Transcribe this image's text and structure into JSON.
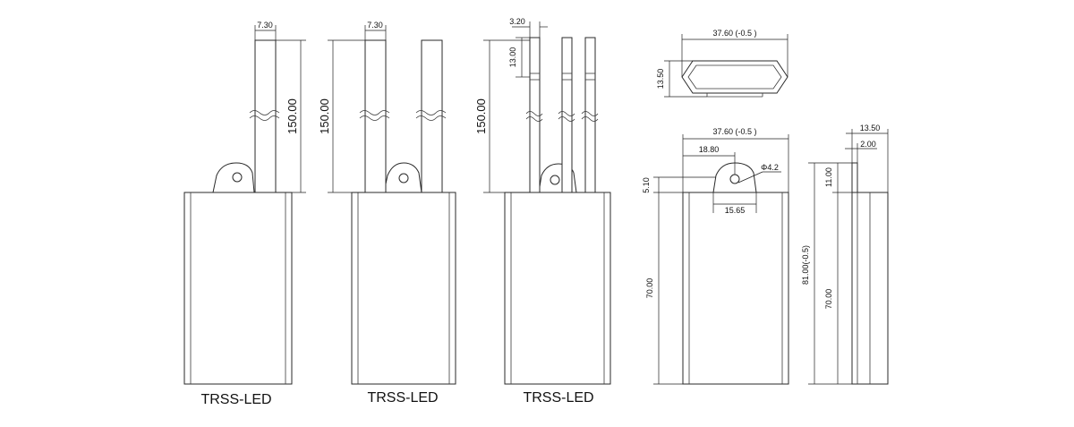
{
  "views": {
    "view1": {
      "caption": "TRSS-LED",
      "lead_width": "7.30",
      "lead_length": "150.00"
    },
    "view2": {
      "caption": "TRSS-LED",
      "lead_width": "7.30",
      "lead_length": "150.00"
    },
    "view3": {
      "caption": "TRSS-LED",
      "lead_width": "3.20",
      "strip_length": "13.00",
      "lead_length": "150.00"
    },
    "top_view": {
      "width": "37.60 (-0.5 )",
      "height": "13.50"
    },
    "front_view": {
      "width": "37.60 (-0.5 )",
      "tab_offset": "18.80",
      "hole": "Φ4.2",
      "tab_width": "15.65",
      "tab_height": "5.10",
      "body_height": "70.00"
    },
    "side_view": {
      "depth": "13.50",
      "tab_thickness": "2.00",
      "tab_height": "11.00",
      "total_height": "81.00(-0.5)",
      "body_height": "70.00"
    }
  }
}
